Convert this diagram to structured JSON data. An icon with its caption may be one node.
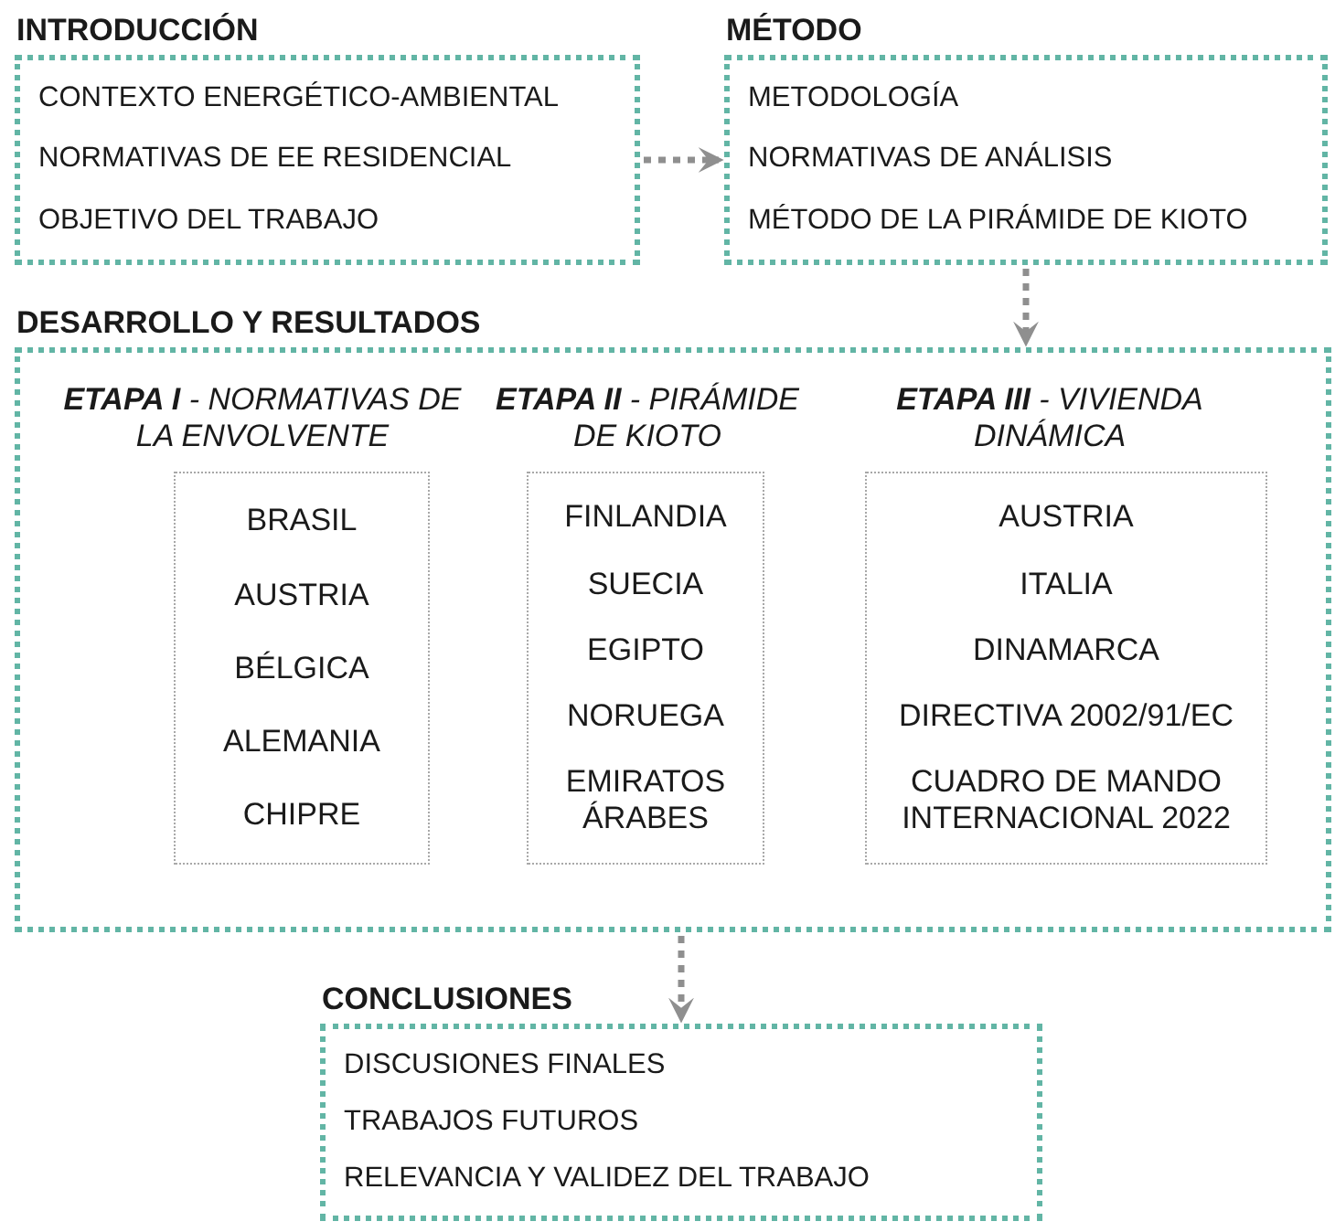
{
  "diagram": {
    "nodes": [
      {
        "text": [
          "INTRODUCCIÓN",
          "CONTEXTO ENERGÉTICO-AMBIENTAL",
          "NORMATIVAS DE EE RESIDENCIAL",
          "OBJETIVO DEL TRABAJO"
        ]
      },
      {
        "text": [
          "MÉTODO",
          "METODOLOGÍA",
          "NORMATIVAS DE ANÁLISIS",
          "MÉTODO DE LA PIRÁMIDE DE KIOTO"
        ]
      },
      {
        "text": [
          "DESARROLLO Y RESULTADOS"
        ]
      },
      {
        "text": [
          "**ETAPA I** - NORMATIVAS DE LA ENVOLVENTE",
          "BRASIL",
          "AUSTRIA",
          "BÉLGICA",
          "ALEMANIA",
          "CHIPRE"
        ],
        "in": 2
      },
      {
        "text": [
          "**ETAPA II** - PIRÁMIDE DE KIOTO",
          "FINLANDIA",
          "SUECIA",
          "EGIPTO",
          "NORUEGA",
          "EMIRATOS ÁRABES"
        ],
        "in": 2
      },
      {
        "text": [
          "**ETAPA III** - VIVIENDA DINÁMICA",
          "AUSTRIA",
          "ITALIA",
          "DINAMARCA",
          "DIRECTIVA 2002/91/EC",
          "CUADRO DE MANDO INTERNACIONAL 2022"
        ],
        "in": 2
      },
      {
        "text": [
          "CONCLUSIONES",
          "DISCUSIONES FINALES",
          "TRABAJOS FUTUROS",
          "RELEVANCIA Y VALIDEZ DEL TRABAJO"
        ]
      }
    ],
    "edges": [
      {
        "from": 0,
        "to": 1,
        "arrow": "to",
        "style": "dashed"
      },
      {
        "from": 1,
        "to": 2,
        "arrow": "to",
        "style": "dashed"
      },
      {
        "from": 2,
        "to": 6,
        "arrow": "to",
        "style": "dashed"
      }
    ]
  }
}
